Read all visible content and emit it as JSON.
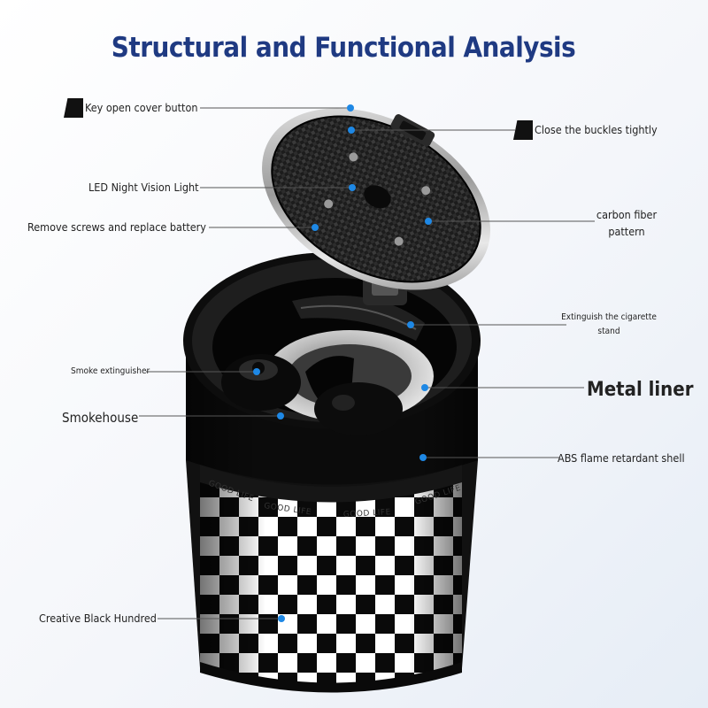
{
  "title": "Structural and Functional Analysis",
  "labels": {
    "key_button": "Key open cover button",
    "led_light": "LED Night Vision Light",
    "battery": "Remove screws and replace battery",
    "close_buckles": "Close the buckles tightly",
    "carbon_line1": "carbon fiber",
    "carbon_line2": "pattern",
    "extinguish_line1": "Extinguish the cigarette",
    "extinguish_line2": "stand",
    "smoke_extinguisher": "Smoke extinguisher",
    "smokehouse": "Smokehouse",
    "metal_liner": "Metal liner",
    "abs_shell": "ABS flame retardant shell",
    "creative": "Creative Black Hundred"
  },
  "band_text": "GOOD LIFE",
  "colors": {
    "title": "#1f3a82",
    "callout_dot": "#1e88e5",
    "leader_line": "#555555"
  }
}
